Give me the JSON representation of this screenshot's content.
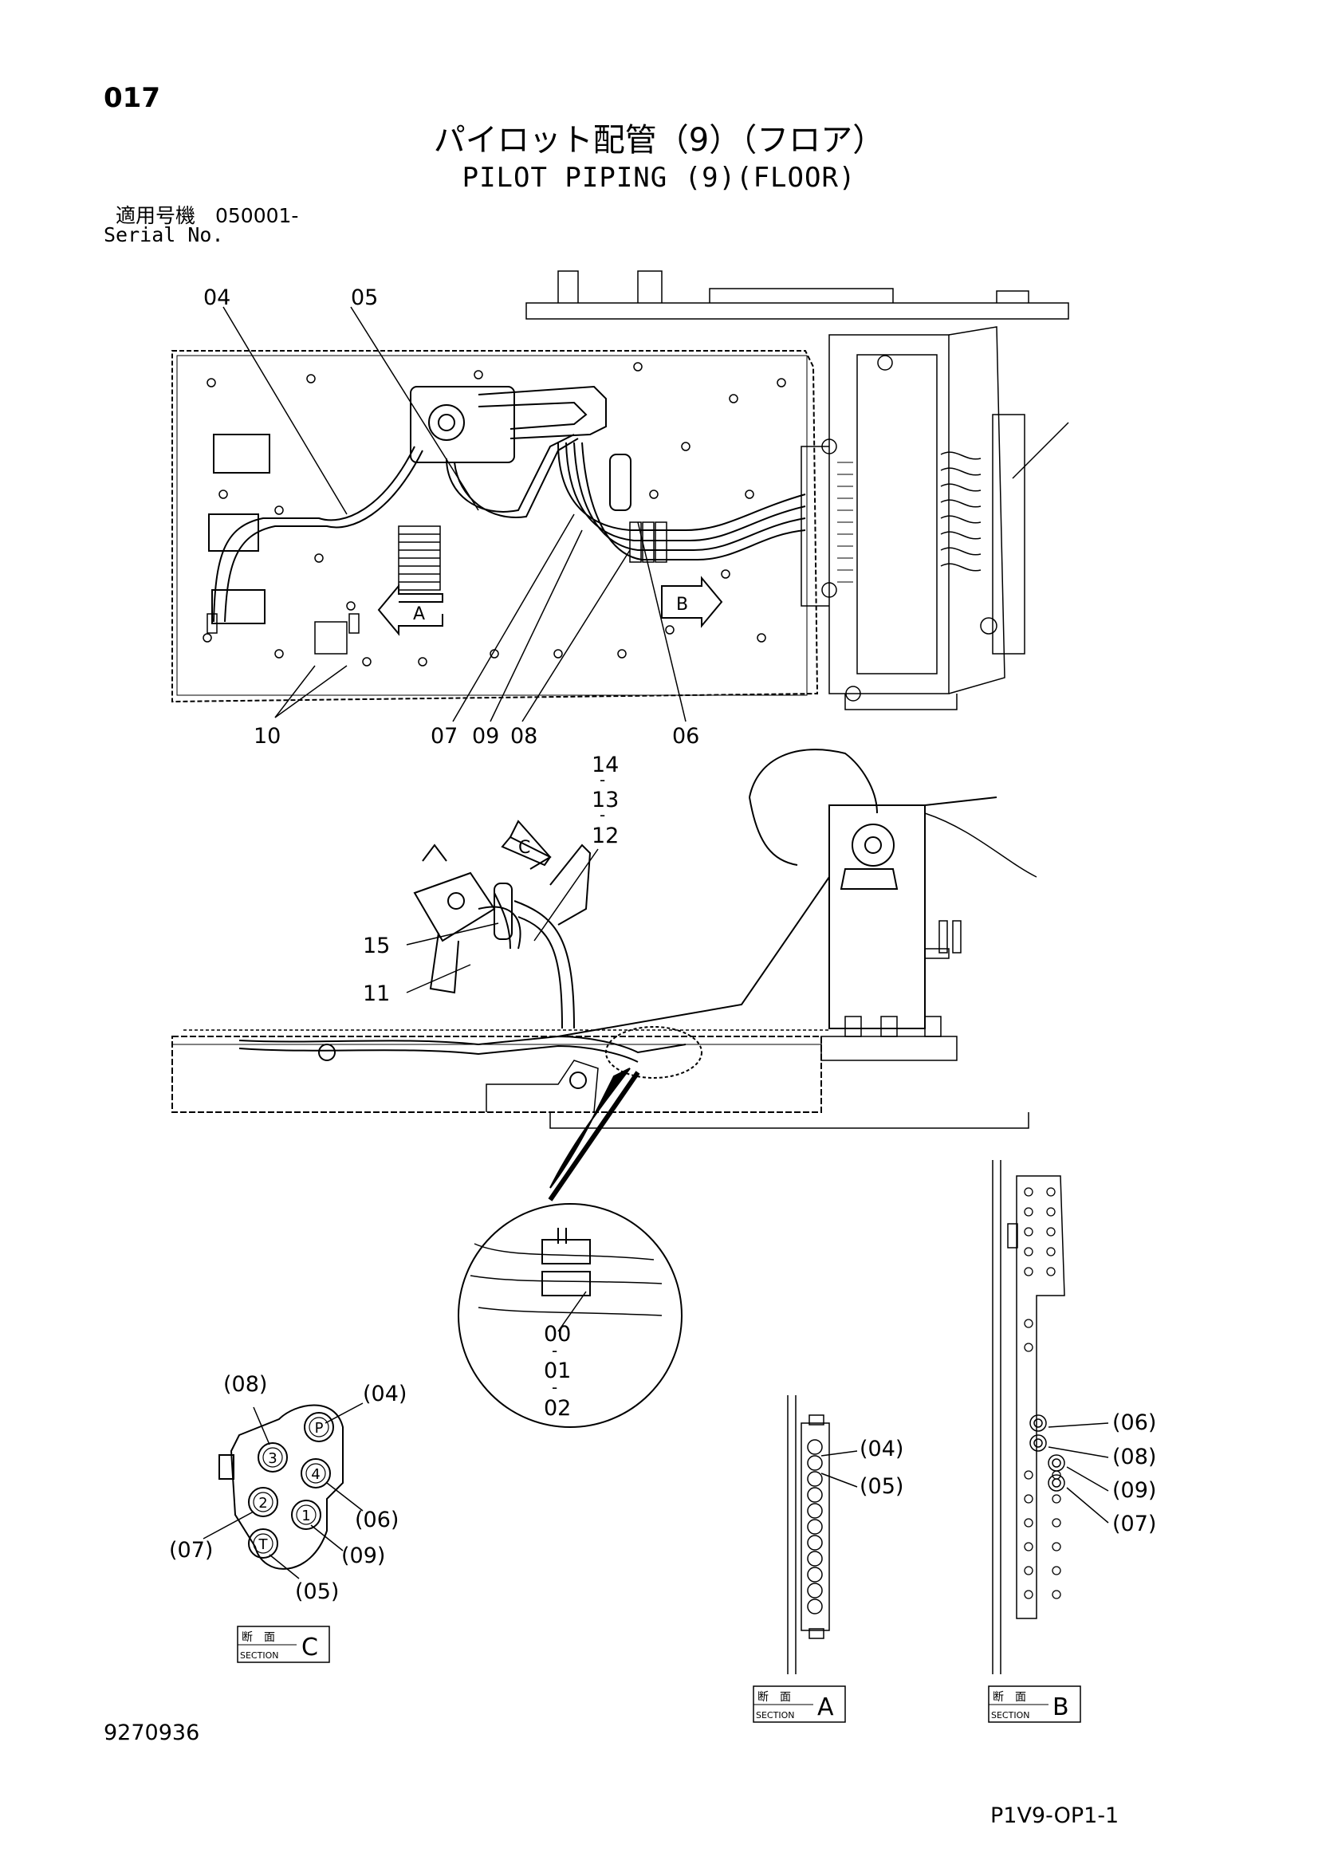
{
  "header": {
    "page_number": "017",
    "title_jp": "パイロット配管（9）（フロア）",
    "title_en": "PILOT PIPING (9)(FLOOR)",
    "serial_jp": "適用号機　050001-",
    "serial_en": "Serial No."
  },
  "callouts": {
    "c04": "04",
    "c05": "05",
    "c10": "10",
    "c07": "07",
    "c09": "09",
    "c08": "08",
    "c06": "06",
    "c14": "14",
    "c13": "13",
    "c12": "12",
    "c15": "15",
    "c11": "11",
    "c00": "00",
    "c01": "01",
    "c02": "02",
    "dash": "-"
  },
  "view_arrows": {
    "a": "A",
    "b": "B",
    "c": "C"
  },
  "section_c": {
    "labels": {
      "l08": "(08)",
      "l04": "(04)",
      "l06": "(06)",
      "l07": "(07)",
      "l09": "(09)",
      "l05": "(05)"
    },
    "ports": {
      "p": "P",
      "p3": "3",
      "p4": "4",
      "p2": "2",
      "p1": "1",
      "t": "T"
    }
  },
  "section_a_labels": {
    "l04": "(04)",
    "l05": "(05)"
  },
  "section_b_labels": {
    "l06": "(06)",
    "l08": "(08)",
    "l09": "(09)",
    "l07": "(07)"
  },
  "section_tags": {
    "jp": "断　面",
    "en": "SECTION",
    "letters": {
      "a": "A",
      "b": "B",
      "c": "C"
    }
  },
  "footer": {
    "doc_number": "9270936",
    "page_code": "P1V9-OP1-1"
  }
}
